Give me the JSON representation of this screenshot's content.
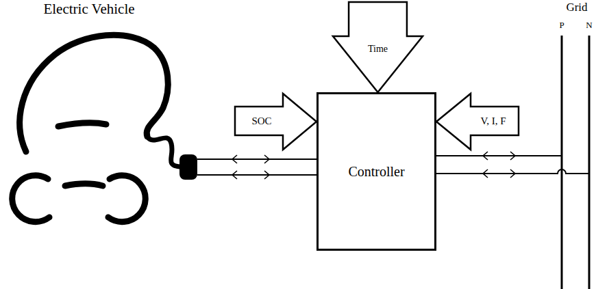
{
  "diagram": {
    "nodes": [
      {
        "text": [
          "Time"
        ]
      },
      {
        "text": [
          "SOC"
        ]
      },
      {
        "text": [
          "Controller"
        ]
      },
      {
        "text": [
          "V, I, F"
        ]
      }
    ],
    "labels": [
      "Electric Vehicle",
      "Grid",
      "P",
      "N"
    ]
  }
}
